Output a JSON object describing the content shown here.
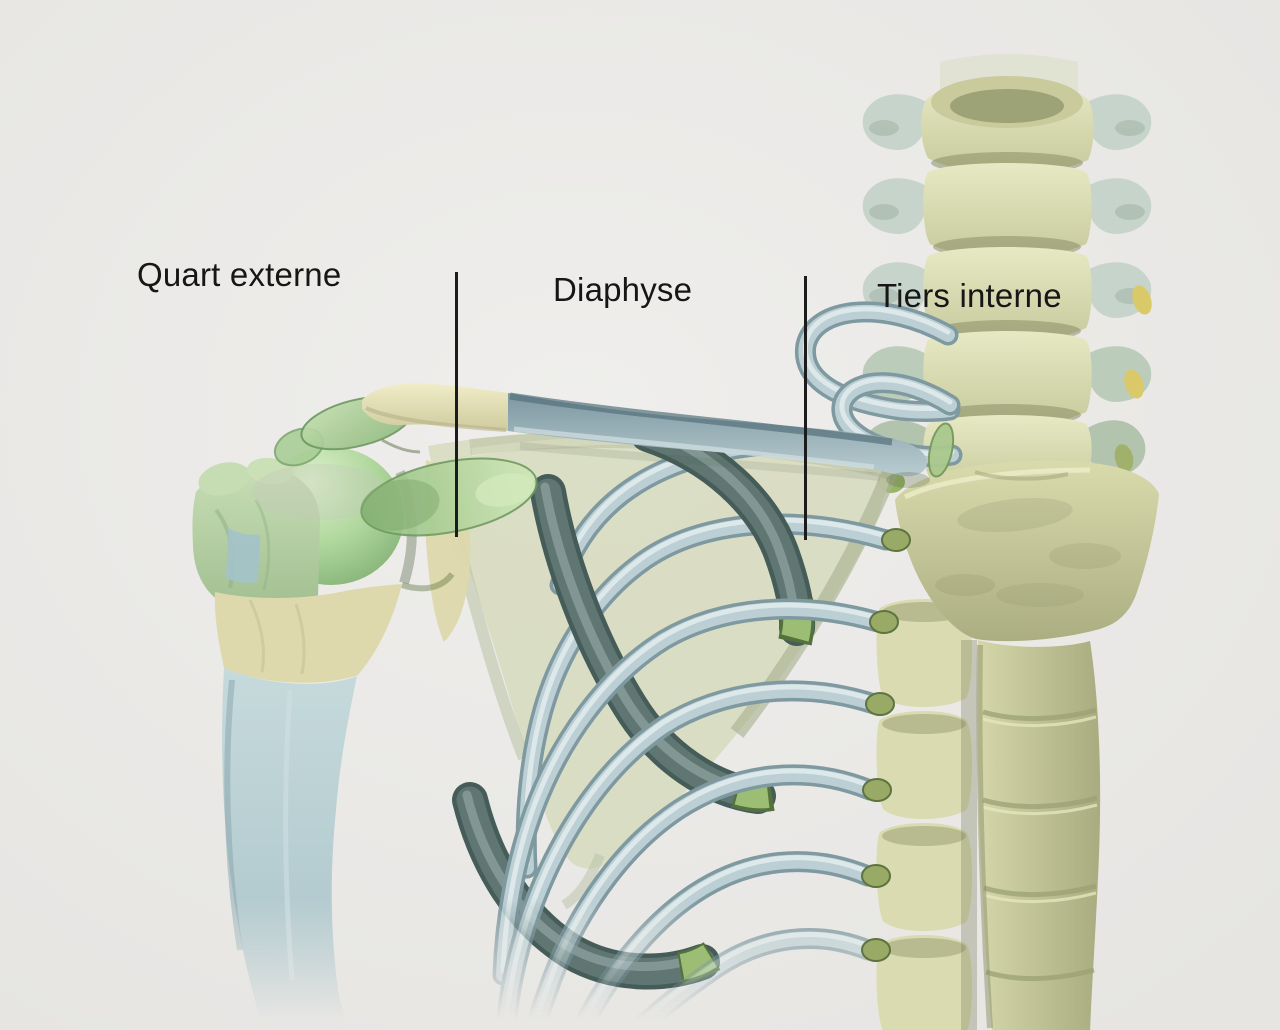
{
  "labels": {
    "quart_externe": "Quart externe",
    "diaphyse": "Diaphyse",
    "tiers_interne": "Tiers interne"
  },
  "palette": {
    "background": "#eae9e6",
    "label_text": "#161616",
    "divider_line": "#1c1c1c",
    "bone_cream": "#e2dfb6",
    "bone_khaki": "#cdd0a0",
    "vertebra_green": "#d8dab2",
    "rib_light_blue": "#b7ccd1",
    "rib_dark_teal": "#5e7673",
    "cartilage_green": "#8fae55",
    "humeral_head_green": "#abd49a",
    "scapula_sage": "#d7dcc0",
    "humerus_blue": "#b5cdd2"
  }
}
